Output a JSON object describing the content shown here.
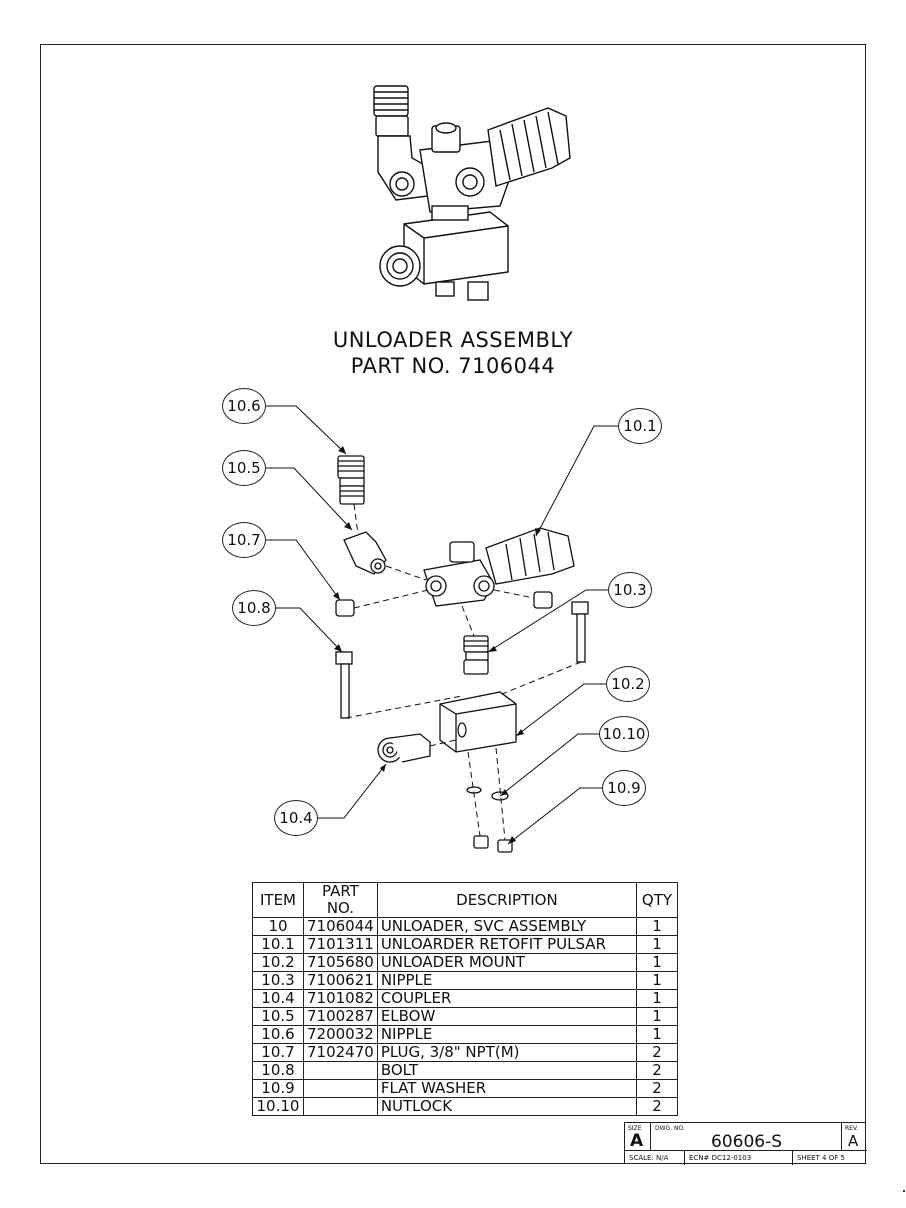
{
  "title": {
    "line1": "UNLOADER ASSEMBLY",
    "line2": "PART NO.  7106044"
  },
  "callouts": {
    "c10_6": "10.6",
    "c10_5": "10.5",
    "c10_7": "10.7",
    "c10_8": "10.8",
    "c10_1": "10.1",
    "c10_3": "10.3",
    "c10_2": "10.2",
    "c10_10": "10.10",
    "c10_9": "10.9",
    "c10_4": "10.4"
  },
  "bom": {
    "headers": [
      "ITEM",
      "PART NO.",
      "DESCRIPTION",
      "QTY"
    ],
    "rows": [
      [
        "10",
        "7106044",
        "UNLOADER, SVC ASSEMBLY",
        "1"
      ],
      [
        "10.1",
        "7101311",
        "UNLOARDER RETOFIT PULSAR",
        "1"
      ],
      [
        "10.2",
        "7105680",
        "UNLOADER MOUNT",
        "1"
      ],
      [
        "10.3",
        "7100621",
        "NIPPLE",
        "1"
      ],
      [
        "10.4",
        "7101082",
        "COUPLER",
        "1"
      ],
      [
        "10.5",
        "7100287",
        "ELBOW",
        "1"
      ],
      [
        "10.6",
        "7200032",
        "NIPPLE",
        "1"
      ],
      [
        "10.7",
        "7102470",
        "PLUG, 3/8\" NPT(M)",
        "2"
      ],
      [
        "10.8",
        "",
        "BOLT",
        "2"
      ],
      [
        "10.9",
        "",
        "FLAT WASHER",
        "2"
      ],
      [
        "10.10",
        "",
        "NUTLOCK",
        "2"
      ]
    ]
  },
  "title_block": {
    "size_label": "SIZE",
    "size": "A",
    "dwg_label": "DWG.  NO.",
    "dwg_no": "60606-S",
    "rev_label": "REV.",
    "rev": "A",
    "scale": "SCALE:   N/A",
    "ecn": "ECN#  DC12-0103",
    "sheet": "SHEET 4 OF 5"
  }
}
